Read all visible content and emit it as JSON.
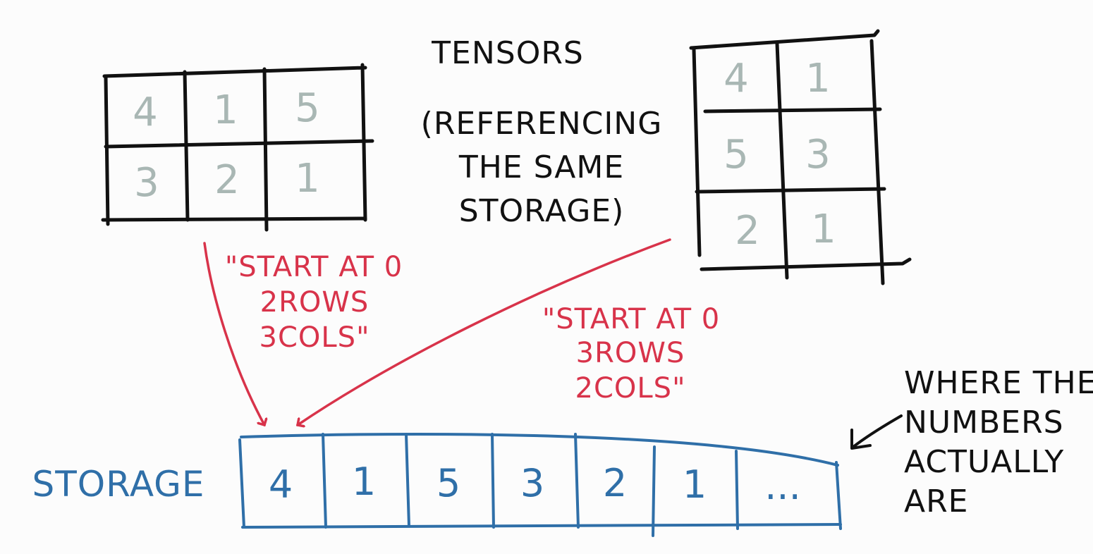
{
  "title": "TENSORS",
  "subtitle_lines": [
    "(REFERENCING",
    "THE SAME",
    "STORAGE)"
  ],
  "tensor_a": {
    "rows": [
      [
        "4",
        "1",
        "5"
      ],
      [
        "3",
        "2",
        "1"
      ]
    ],
    "annotation_lines": [
      "\"START AT 0",
      "2ROWS",
      "3COLS\""
    ]
  },
  "tensor_b": {
    "rows": [
      [
        "4",
        "1"
      ],
      [
        "5",
        "3"
      ],
      [
        "2",
        "1"
      ]
    ],
    "annotation_lines": [
      "\"START AT 0",
      "3ROWS",
      "2COLS\""
    ]
  },
  "storage": {
    "label": "STORAGE",
    "cells": [
      "4",
      "1",
      "5",
      "3",
      "2",
      "1",
      "..."
    ]
  },
  "note_lines": [
    "WHERE THE",
    "NUMBERS",
    "ACTUALLY",
    "ARE"
  ],
  "colors": {
    "ink": "#111111",
    "tensor_numbers": "#a9b7b4",
    "storage": "#2f6fa8",
    "annotation": "#d8334a"
  }
}
